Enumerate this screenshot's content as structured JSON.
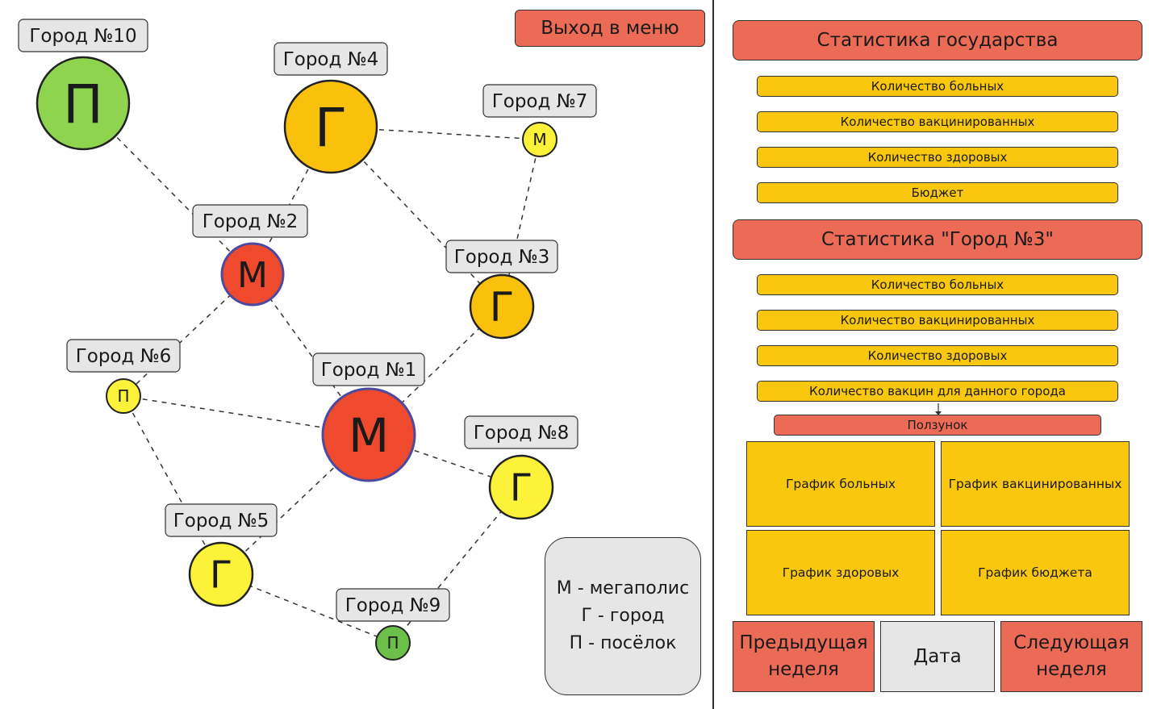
{
  "menu_button": "Выход в меню",
  "legend": {
    "lines": [
      "М - мегаполис",
      "Г - город",
      "П - посёлок"
    ]
  },
  "map": {
    "cities": [
      {
        "id": "c1",
        "label": "Город №1",
        "type": "М",
        "color": "#ef4a2e",
        "ring": "#4b4a9e"
      },
      {
        "id": "c2",
        "label": "Город №2",
        "type": "М",
        "color": "#ef4a2e",
        "ring": "#4b4a9e"
      },
      {
        "id": "c3",
        "label": "Город №3",
        "type": "Г",
        "color": "#f9c10c",
        "ring": "#222222"
      },
      {
        "id": "c4",
        "label": "Город №4",
        "type": "Г",
        "color": "#f9c10c",
        "ring": "#222222"
      },
      {
        "id": "c5",
        "label": "Город №5",
        "type": "Г",
        "color": "#fdf23a",
        "ring": "#222222"
      },
      {
        "id": "c6",
        "label": "Город №6",
        "type": "П",
        "color": "#fdf23a",
        "ring": "#222222"
      },
      {
        "id": "c7",
        "label": "Город №7",
        "type": "М",
        "color": "#fdf23a",
        "ring": "#222222"
      },
      {
        "id": "c8",
        "label": "Город №8",
        "type": "Г",
        "color": "#fdf23a",
        "ring": "#222222"
      },
      {
        "id": "c9",
        "label": "Город №9",
        "type": "П",
        "color": "#6cc04a",
        "ring": "#222222"
      },
      {
        "id": "c10",
        "label": "Город №10",
        "type": "П",
        "color": "#8fd44e",
        "ring": "#222222"
      }
    ],
    "roads": [
      [
        "c10",
        "c2"
      ],
      [
        "c4",
        "c2"
      ],
      [
        "c4",
        "c7"
      ],
      [
        "c4",
        "c3"
      ],
      [
        "c7",
        "c3"
      ],
      [
        "c2",
        "c6"
      ],
      [
        "c2",
        "c1"
      ],
      [
        "c3",
        "c1"
      ],
      [
        "c6",
        "c1"
      ],
      [
        "c6",
        "c5"
      ],
      [
        "c1",
        "c5"
      ],
      [
        "c1",
        "c8"
      ],
      [
        "c5",
        "c9"
      ],
      [
        "c8",
        "c9"
      ]
    ]
  },
  "country_stats": {
    "title": "Статистика государства",
    "items": [
      "Количество больных",
      "Количество вакцинированных",
      "Количество здоровых",
      "Бюджет"
    ]
  },
  "city_stats": {
    "title": "Статистика \"Город №3\"",
    "items": [
      "Количество больных",
      "Количество вакцинированных",
      "Количество здоровых",
      "Количество вакцин для данного города"
    ]
  },
  "slider_label": "Ползунок",
  "charts": [
    "График больных",
    "График вакцинированных",
    "График здоровых",
    "График бюджета"
  ],
  "nav": {
    "prev": "Предыдущая неделя",
    "date": "Дата",
    "next": "Следующая неделя"
  }
}
